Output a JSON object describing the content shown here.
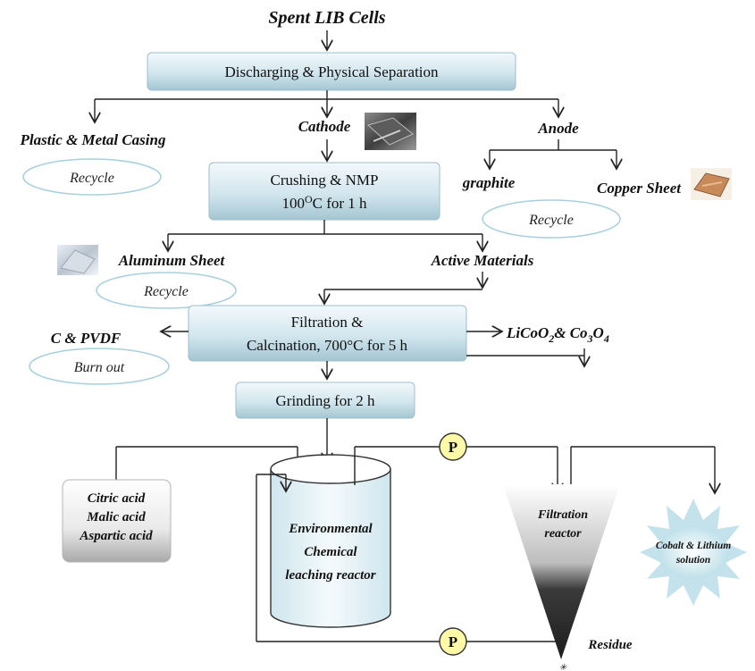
{
  "nodes": {
    "spent_cells": "Spent LIB Cells",
    "discharging": "Discharging & Physical Separation",
    "plastic_casing": "Plastic & Metal Casing",
    "cathode": "Cathode",
    "anode": "Anode",
    "graphite": "graphite",
    "copper_sheet": "Copper Sheet",
    "crushing_line1": "Crushing & NMP",
    "crushing_line2_prefix": "100",
    "crushing_line2_sup": "O",
    "crushing_line2_suffix": "C for 1 h",
    "aluminum_sheet": "Aluminum Sheet",
    "active_materials": "Active Materials",
    "filtration_line1": "Filtration &",
    "filtration_line2": "Calcination, 700°C for 5 h",
    "c_pvdf": "C & PVDF",
    "licoo2_prefix": "LiCoO",
    "licoo2_sub": "2",
    "licoo2_mid": "& Co",
    "co3_sub1": "3",
    "co3_mid": "O",
    "co3_sub2": "4",
    "grinding": "Grinding for 2 h",
    "acids": [
      "Citric acid",
      "Malic acid",
      "Aspartic acid"
    ],
    "reactor_lines": [
      "Environmental",
      "Chemical",
      "leaching reactor"
    ],
    "filtration_reactor_lines": [
      "Filtration",
      "reactor"
    ],
    "product_lines": [
      "Cobalt & Lithium",
      "solution"
    ],
    "residue": "Residue",
    "pump_label": "P"
  },
  "ellipse_labels": {
    "recycle": "Recycle",
    "burn_out": "Burn out"
  },
  "colors": {
    "box_top": "#f2f8fb",
    "box_bottom": "#a9c9d4",
    "ellipse_stroke": "#a8d0dc",
    "pump_fill": "#fff9a8",
    "sun_fill": "#bfe0ea",
    "cone_dark": "#2b2b2b"
  }
}
